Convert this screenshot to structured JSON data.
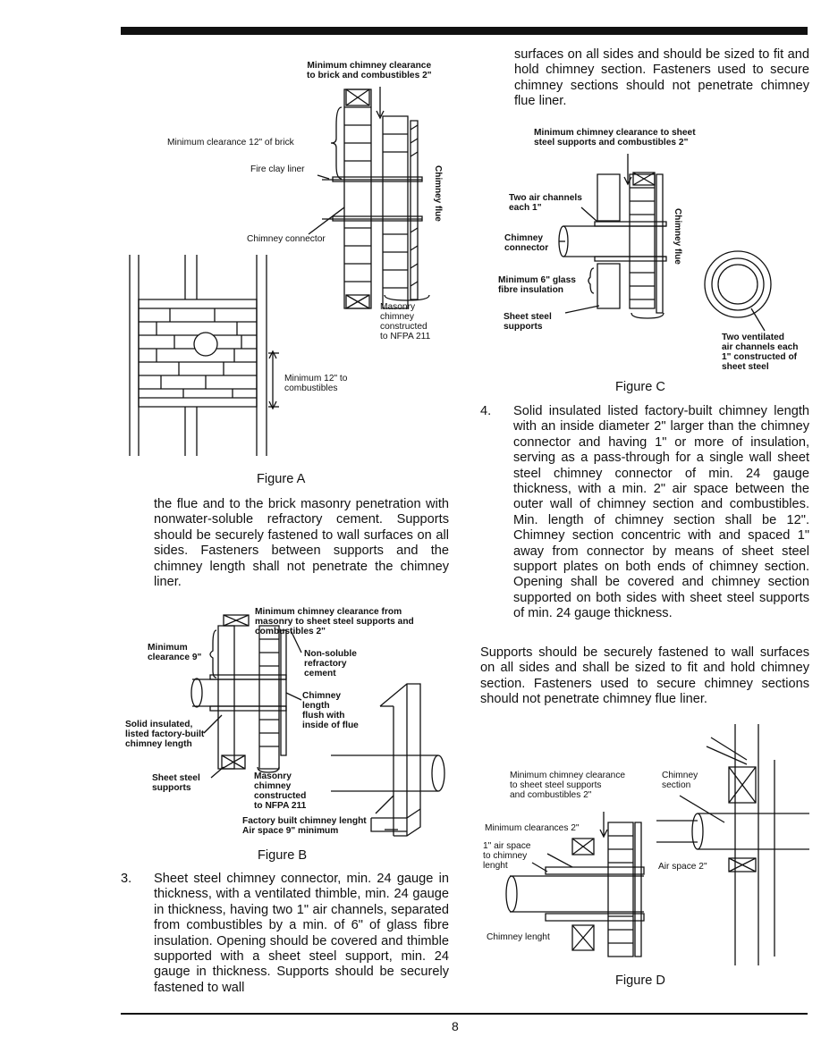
{
  "page_number": "8",
  "figure_a": {
    "caption": "Figure A",
    "labels": {
      "min_chimney_clearance": "Minimum chimney clearance\nto brick and combustibles 2\"",
      "min_clearance_brick": "Minimum clearance 12\" of brick",
      "fire_clay_liner": "Fire clay liner",
      "chimney_flue": "Chimney flue",
      "chimney_connector": "Chimney connector",
      "masonry": "Masonry\nchimney\nconstructed\nto NFPA 211",
      "min_12_combustibles": "Minimum 12\" to\ncombustibles"
    }
  },
  "figure_b": {
    "caption": "Figure B",
    "labels": {
      "min_clearance_masonry": "Minimum chimney clearance from\nmasonry to sheet steel supports and\ncombustibles 2\"",
      "min_clearance_9": "Minimum\nclearance 9\"",
      "non_soluble": "Non-soluble\nrefractory\ncement",
      "chimney_length_flush": "Chimney\nlength\nflush with\ninside of flue",
      "solid_insulated": "Solid insulated,\nlisted factory-built\nchimney length",
      "sheet_steel_supports": "Sheet steel\nsupports",
      "masonry": "Masonry\nchimney\nconstructed\nto NFPA 211",
      "factory_built": "Factory built chimney lenght\nAir space 9\" minimum"
    }
  },
  "figure_c": {
    "caption": "Figure C",
    "labels": {
      "min_clearance_sheet_steel": "Minimum chimney clearance to sheet\nsteel supports and combustibles 2\"",
      "two_air_channels": "Two air channels\neach 1\"",
      "chimney_connector": "Chimney\nconnector",
      "min_6_glass": "Minimum 6\" glass\nfibre insulation",
      "sheet_steel_supports": "Sheet steel\nsupports",
      "chimney_flue": "Chimney flue",
      "two_ventilated": "Two ventilated\nair channels each\n1\" constructed of\nsheet steel"
    }
  },
  "figure_d": {
    "caption": "Figure D",
    "labels": {
      "min_clearance_supports": "Minimum chimney clearance\nto sheet steel supports\nand combustibles 2\"",
      "chimney_section": "Chimney\nsection",
      "min_clearances_2": "Minimum clearances 2\"",
      "air_space_chimney": "1\" air space\nto chimney\nlenght",
      "air_space_2": "Air space 2\"",
      "chimney_lenght": "Chimney lenght"
    }
  },
  "text": {
    "para_a": "the flue and to the brick masonry penetration with nonwater-soluble refractory cement. Supports should be securely fastened to wall surfaces on all sides. Fasteners between supports and the chimney length shall not penetrate the chimney liner.",
    "item3_num": "3.",
    "item3": "Sheet steel chimney connector, min. 24 gauge in thickness, with a ventilated thimble, min. 24 gauge in thickness, having two 1\" air channels, separated from combustibles by a min. of 6\" of glass fibre insulation. Opening should be covered and thimble supported with a sheet steel support, min. 24 gauge in thickness. Supports should be securely fastened to wall",
    "right_top": "surfaces on all sides and should be sized to fit and hold chimney section. Fasteners used to secure chimney sections should not penetrate chimney flue liner.",
    "item4_num": "4.",
    "item4": "Solid insulated listed factory-built chimney length with an inside diameter 2\" larger than the chimney connector and having 1\" or more of insulation, serving as a pass-through for a single wall sheet steel chimney connector of min. 24 gauge thickness, with a min. 2\" air space between the outer wall of chimney section and combustibles. Min. length of chimney section shall be 12\". Chimney section concentric with and spaced 1\" away from connector by means of sheet steel support plates on both ends of chimney section. Opening shall be covered and chimney section supported on both sides with sheet steel supports of min. 24 gauge thickness.",
    "para_supports": "Supports should be securely fastened to wall surfaces on all sides and shall be sized to fit and hold chimney section. Fasteners used to secure chimney sections should not penetrate chimney flue liner."
  }
}
